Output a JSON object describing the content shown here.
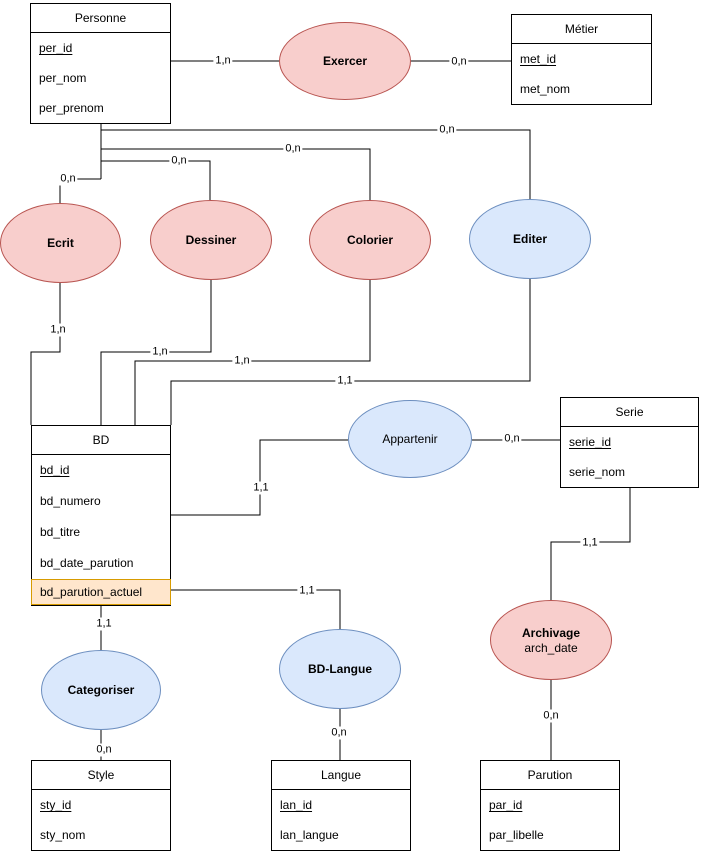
{
  "diagram_type": "merise-er-diagram",
  "colors": {
    "relation_pink_fill": "#F8CECC",
    "relation_pink_stroke": "#B85450",
    "relation_blue_fill": "#DAE8FC",
    "relation_blue_stroke": "#6C8EBF",
    "highlight_fill": "#FFE6CC",
    "highlight_stroke": "#D79B00",
    "entity_stroke": "#000000",
    "entity_fill": "#FFFFFF"
  },
  "entities": {
    "personne": {
      "title": "Personne",
      "attributes": [
        "per_id",
        "per_nom",
        "per_prenom"
      ]
    },
    "metier": {
      "title": "Métier",
      "attributes": [
        "met_id",
        "met_nom"
      ]
    },
    "bd": {
      "title": "BD",
      "attributes": [
        "bd_id",
        "bd_numero",
        "bd_titre",
        "bd_date_parution",
        "bd_parution_actuel"
      ]
    },
    "serie": {
      "title": "Serie",
      "attributes": [
        "serie_id",
        "serie_nom"
      ]
    },
    "style": {
      "title": "Style",
      "attributes": [
        "sty_id",
        "sty_nom"
      ]
    },
    "langue": {
      "title": "Langue",
      "attributes": [
        "lan_id",
        "lan_langue"
      ]
    },
    "parution": {
      "title": "Parution",
      "attributes": [
        "par_id",
        "par_libelle"
      ]
    }
  },
  "relationships": {
    "exercer": {
      "label": "Exercer"
    },
    "ecrit": {
      "label": "Ecrit"
    },
    "dessiner": {
      "label": "Dessiner"
    },
    "colorier": {
      "label": "Colorier"
    },
    "editer": {
      "label": "Editer"
    },
    "appartenir": {
      "label": "Appartenir"
    },
    "categoriser": {
      "label": "Categoriser"
    },
    "bd_langue": {
      "label": "BD-Langue"
    },
    "archivage": {
      "label": "Archivage",
      "attribute": "arch_date"
    }
  },
  "cardinalities": {
    "personne_exercer": "1,n",
    "exercer_metier": "0,n",
    "personne_editer": "0,n",
    "personne_colorier": "0,n",
    "personne_dessiner": "0,n",
    "personne_ecrit": "0,n",
    "ecrit_bd": "1,n",
    "dessiner_bd": "1,n",
    "colorier_bd": "1,n",
    "editer_bd": "1,1",
    "bd_appartenir": "1,1",
    "appartenir_serie": "0,n",
    "serie_archivage": "1,1",
    "archivage_parution": "0,n",
    "bd_bdlangue": "1,1",
    "bdlangue_langue": "0,n",
    "bd_categoriser": "1,1",
    "categoriser_style": "0,n"
  }
}
